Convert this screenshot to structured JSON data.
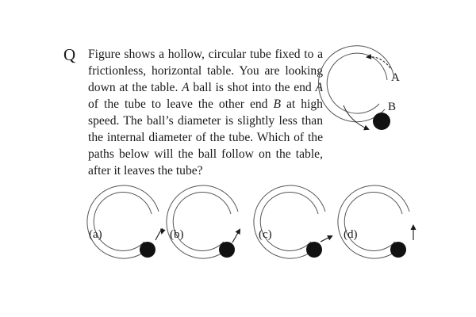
{
  "question": {
    "marker": "Q",
    "segments": [
      {
        "t": "Figure shows a hollow, circular tube fixed to a frictionless, horizontal table. You are looking down at the table. ",
        "i": false
      },
      {
        "t": "A",
        "i": true
      },
      {
        "t": " ball is shot into the end ",
        "i": false
      },
      {
        "t": "A",
        "i": true
      },
      {
        "t": " of the tube to leave the other end ",
        "i": false
      },
      {
        "t": "B",
        "i": true
      },
      {
        "t": " at high speed. The ball’s diameter is slightly less than the internal diameter of the tube. Which of the paths below will the ball follow on the table, after it leaves the tube?",
        "i": false
      }
    ]
  },
  "main_figure": {
    "end_a_label": "A",
    "end_b_label": "B"
  },
  "options": [
    {
      "label": "(a)",
      "path": "curls-back"
    },
    {
      "label": "(b)",
      "path": "tangent-up"
    },
    {
      "label": "(c)",
      "path": "radial-out"
    },
    {
      "label": "(d)",
      "path": "straight-up"
    }
  ],
  "colors": {
    "ink": "#1a1a1a",
    "tube": "#555555",
    "ball": "#111111"
  }
}
